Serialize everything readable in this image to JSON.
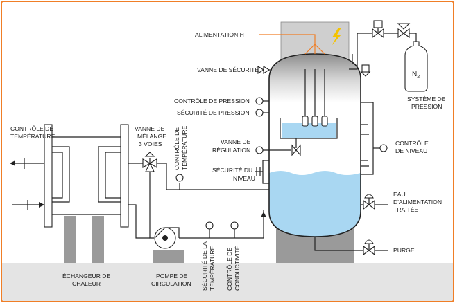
{
  "colors": {
    "frame": "#f07e26",
    "floor": "#e4e4e4",
    "support": "#9a9a9a",
    "water": "#a9d7f2",
    "vessel_top": "#c6c6c6",
    "electrode_line": "#f07e26",
    "lightning": "#f4c300"
  },
  "labels": {
    "alimentation_ht": "ALIMENTATION HT",
    "vanne_securite": "VANNE DE SÉCURITÉ",
    "controle_pression": "CONTRÔLE DE PRESSION",
    "securite_pression": "SÉCURITÉ DE PRESSION",
    "vanne_regulation": [
      "VANNE DE",
      "RÉGULATION"
    ],
    "securite_niveau": [
      "SÉCURITÉ DU",
      "NIVEAU"
    ],
    "controle_temperature_left": [
      "CONTRÔLE DE",
      "TEMPÉRATURE"
    ],
    "vanne_melange": [
      "VANNE DE",
      "MÉLANGE",
      "3 VOIES"
    ],
    "controle_temperature_vertical": [
      "CONTRÔLE DE",
      "TEMPÉRATURE"
    ],
    "systeme_pression": [
      "SYSTÈME DE",
      "PRESSION"
    ],
    "n2": "N",
    "n2_sub": "2",
    "controle_niveau": [
      "CONTRÔLE",
      "DE NIVEAU"
    ],
    "eau_alimentation": [
      "EAU",
      "D'ALIMENTATION",
      "TRAITÉE"
    ],
    "purge": "PURGE",
    "echangeur": [
      "ÉCHANGEUR DE",
      "CHALEUR"
    ],
    "pompe": [
      "POMPE DE",
      "CIRCULATION"
    ],
    "securite_temperature": [
      "SÉCURITÉ DE LA",
      "TEMPÉRATURE"
    ],
    "controle_conductivite": [
      "CONTRÔLE DE",
      "CONDUCTIVITÉ"
    ]
  },
  "icons": [
    "lightning-icon",
    "safety-valve-icon",
    "gauge-icon",
    "valve-icon",
    "pump-icon",
    "nitrogen-cylinder-icon",
    "three-way-valve-icon",
    "flow-arrow-icon"
  ]
}
